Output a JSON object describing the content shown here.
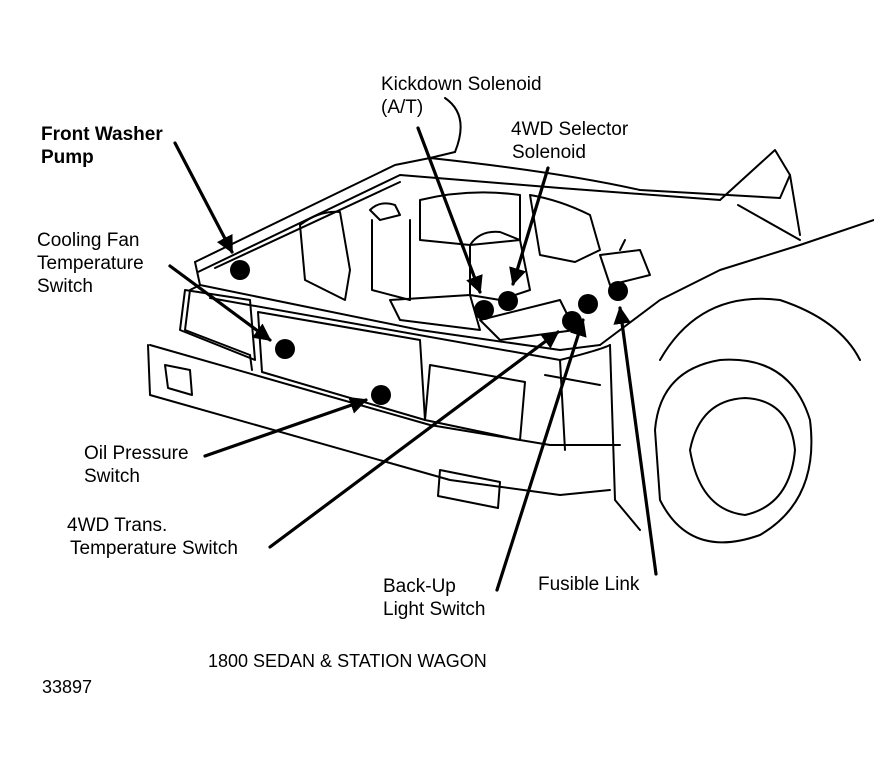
{
  "labels": {
    "kickdown": [
      "Kickdown Solenoid",
      "(A/T)"
    ],
    "selector_4wd": [
      "4WD Selector",
      "Solenoid"
    ],
    "washer_pump": [
      "Front Washer",
      "Pump"
    ],
    "cooling_fan": [
      "Cooling Fan",
      "Temperature",
      "Switch"
    ],
    "oil_pressure": [
      "Oil Pressure",
      "Switch"
    ],
    "trans_temp": [
      "4WD Trans.",
      "Temperature Switch"
    ],
    "backup": [
      "Back-Up",
      "Light Switch"
    ],
    "fusible": [
      "Fusible Link"
    ]
  },
  "caption": "1800 SEDAN & STATION WAGON",
  "figure_number": "33897",
  "colors": {
    "ink": "#000000",
    "paper": "#ffffff"
  }
}
